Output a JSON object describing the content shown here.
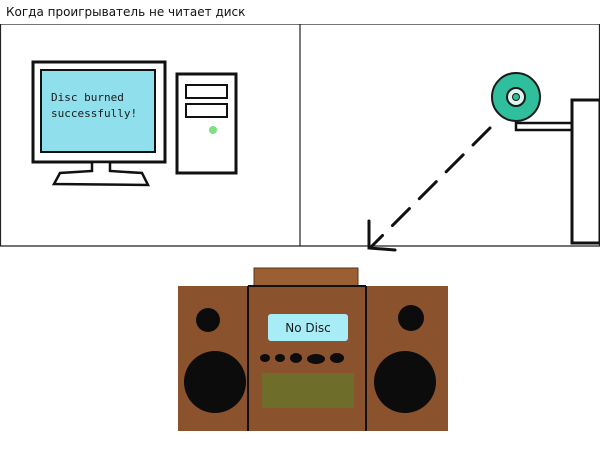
{
  "caption": "Когда проигрыватель не читает диск",
  "computer": {
    "screen_line1": "Disc burned",
    "screen_line2": "successfully!"
  },
  "boombox": {
    "display_text": "No Disc"
  },
  "colors": {
    "screen": "#8fe0ec",
    "disc": "#2fbf9d",
    "power_led": "#7ee07e",
    "boombox_body": "#8a532e",
    "boombox_top": "#9b5f34",
    "lcd": "#a8ecf6",
    "cassette": "#6e6e2a",
    "speaker": "#0c0c0c"
  }
}
